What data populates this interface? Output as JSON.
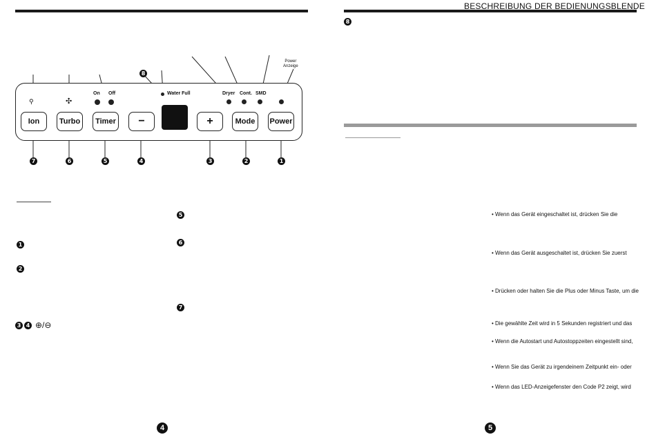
{
  "left_page": {
    "panel": {
      "buttons": [
        {
          "label": "Ion"
        },
        {
          "label": "Turbo"
        },
        {
          "label": "Timer"
        },
        {
          "label": "−"
        },
        {
          "label": "+"
        },
        {
          "label": "Mode"
        },
        {
          "label": "Power"
        }
      ],
      "timer_on": "On",
      "timer_off": "Off",
      "water_full": "Water Full",
      "dryer": "Dryer",
      "cont": "Cont.",
      "smd": "SMD",
      "power_indicator_line1": "Power",
      "power_indicator_line2": "Anzeige",
      "display_marker": "8"
    },
    "callout_numbers": [
      "7",
      "6",
      "5",
      "4",
      "3",
      "2",
      "1"
    ],
    "section_markers": {
      "n1": "1",
      "n2": "2",
      "n34": "3 4",
      "n5": "5",
      "n6": "6",
      "n7": "7"
    },
    "page_number": "4"
  },
  "right_page": {
    "header_title": "BESCHREIBUNG DER BEDIENUNGSBLENDE",
    "marker": "8",
    "bullets": [
      "• Wenn das Gerät eingeschaltet ist, drücken Sie die",
      "• Wenn das Gerät ausgeschaltet ist, drücken Sie zuerst",
      "• Drücken oder halten Sie die Plus oder Minus Taste, um die",
      "• Die gewählte Zeit wird in 5 Sekunden registriert und das",
      "• Wenn die Autostart und Autostoppzeiten eingestellt sind,",
      "• Wenn Sie das Gerät zu irgendeinem Zeitpunkt ein- oder",
      "• Wenn das LED-Anzeigefenster den Code P2 zeigt, wird"
    ],
    "page_number": "5"
  }
}
